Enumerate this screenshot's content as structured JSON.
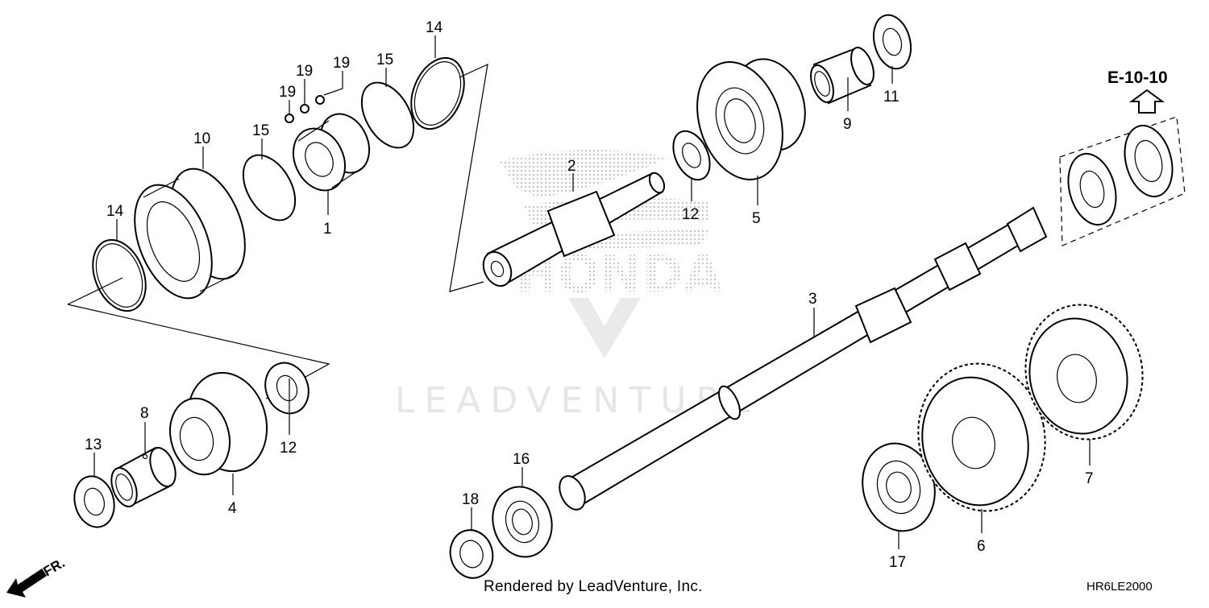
{
  "diagram": {
    "reference_label": "E-10-10",
    "direction_label": "FR.",
    "watermark_text": "LEADVENTURE",
    "brand_watermark": "HONDA",
    "footer_text": "Rendered by LeadVenture, Inc.",
    "diagram_code": "HR6LE2000",
    "callouts": {
      "c1": "1",
      "c2": "2",
      "c3": "3",
      "c4": "4",
      "c5": "5",
      "c6": "6",
      "c7": "7",
      "c8": "8",
      "c9": "9",
      "c10": "10",
      "c11": "11",
      "c12a": "12",
      "c12b": "12",
      "c13": "13",
      "c14a": "14",
      "c14b": "14",
      "c15a": "15",
      "c15b": "15",
      "c16": "16",
      "c17": "17",
      "c18": "18",
      "c19a": "19",
      "c19b": "19",
      "c19c": "19"
    }
  }
}
